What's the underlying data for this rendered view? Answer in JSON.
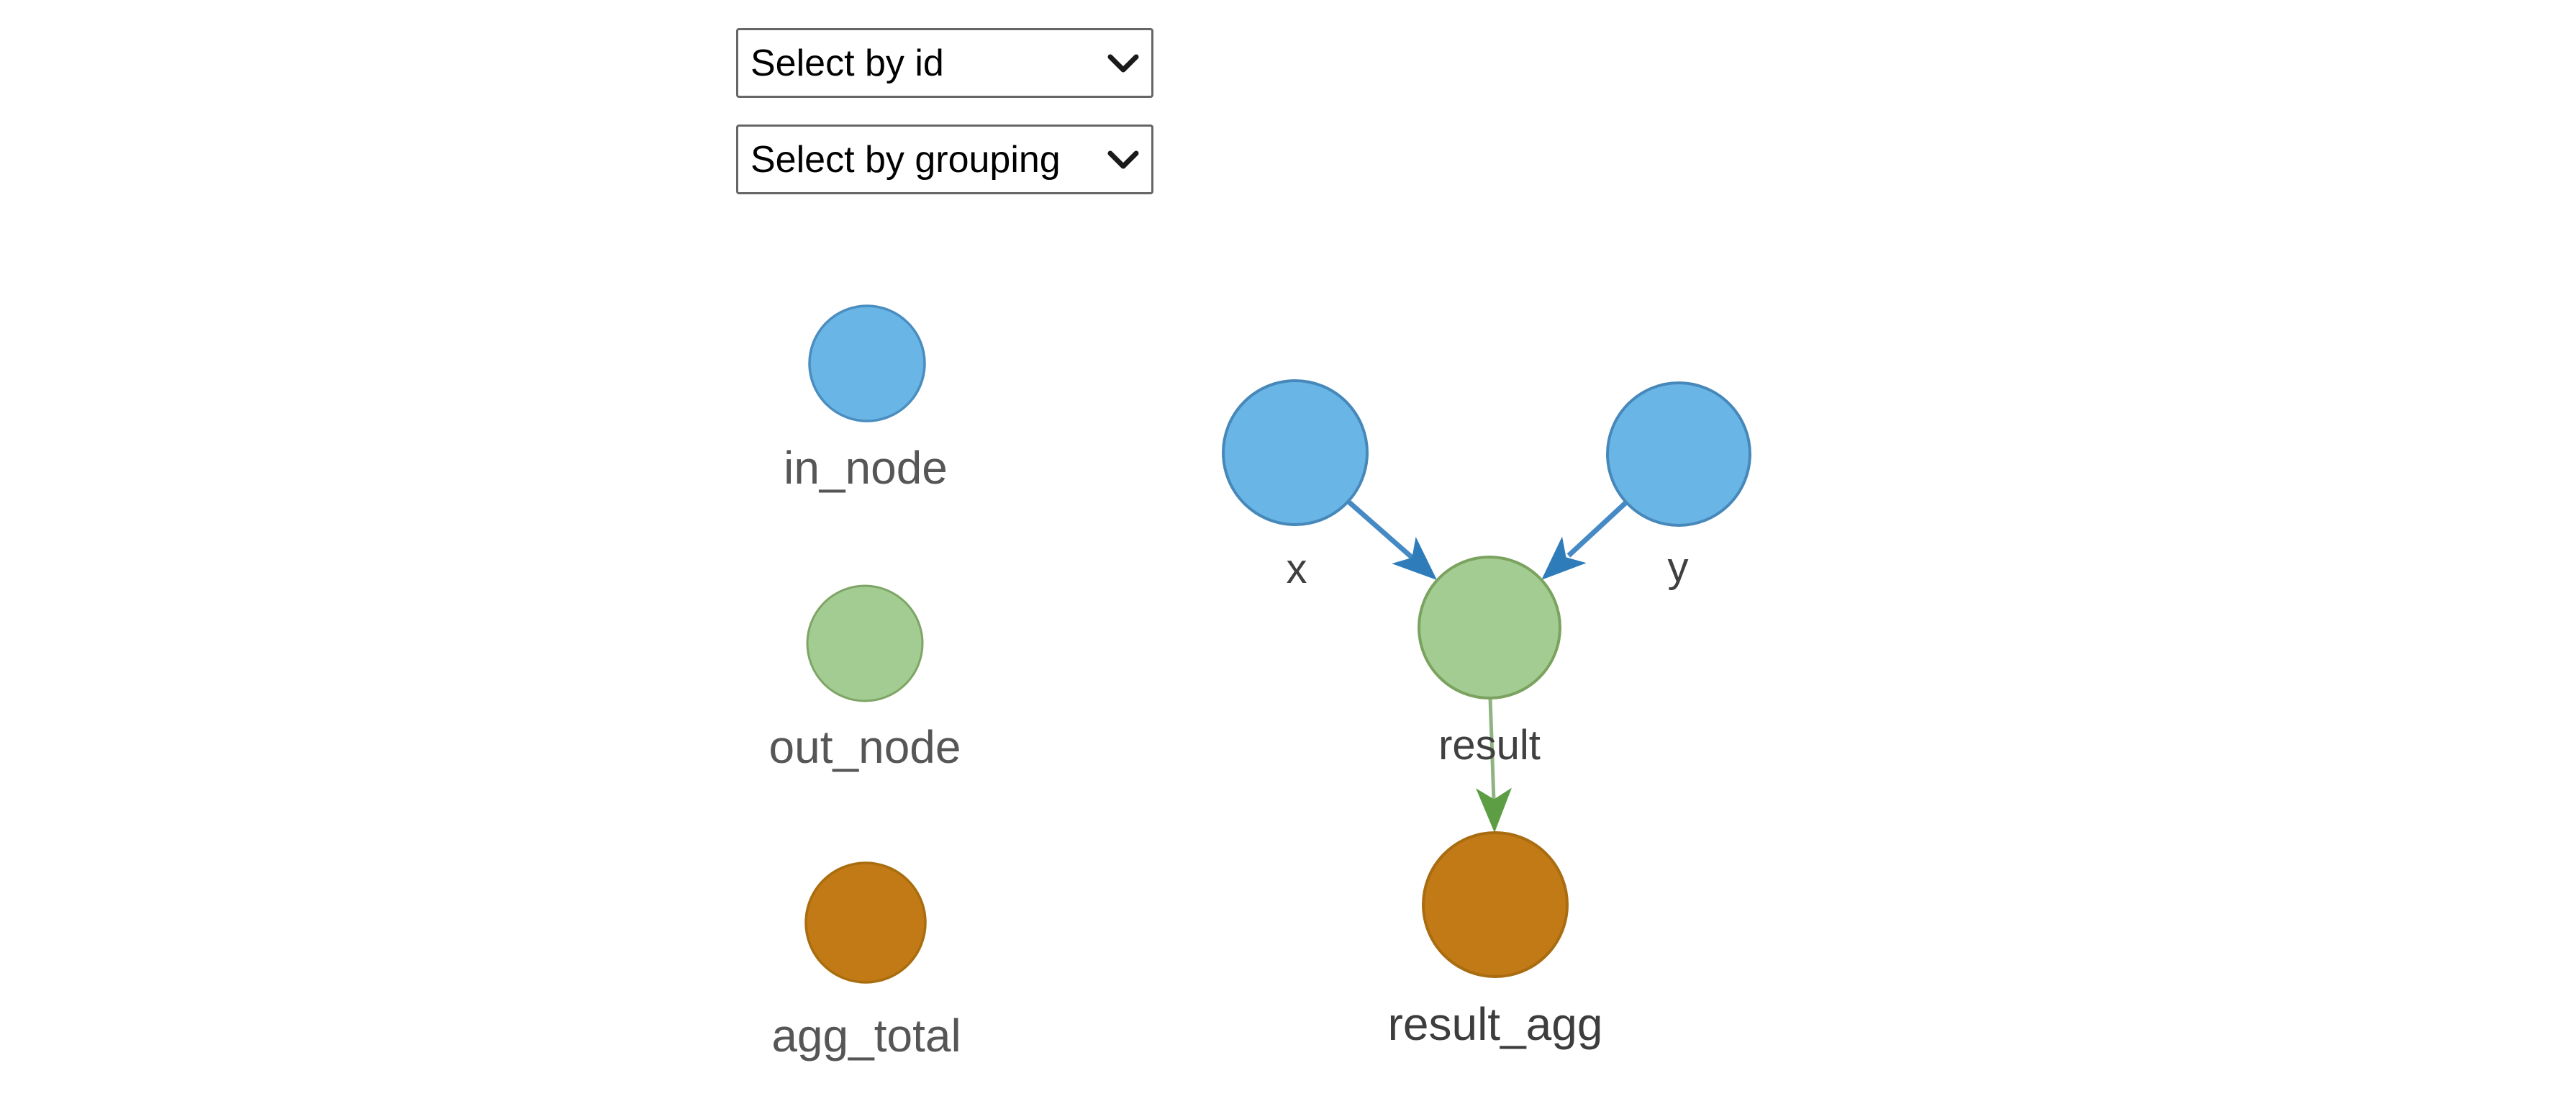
{
  "controls": {
    "select_by_id": {
      "value": "Select by id"
    },
    "select_by_grouping": {
      "value": "Select by grouping"
    }
  },
  "legend": {
    "items": [
      {
        "id": "in_node",
        "label": "in_node",
        "color": "#69b5e5"
      },
      {
        "id": "out_node",
        "label": "out_node",
        "color": "#a3cc93"
      },
      {
        "id": "agg_total",
        "label": "agg_total",
        "color": "#c17a16"
      }
    ]
  },
  "graph": {
    "nodes": [
      {
        "id": "x",
        "label": "x",
        "color": "#69b5e5"
      },
      {
        "id": "y",
        "label": "y",
        "color": "#69b5e5"
      },
      {
        "id": "result",
        "label": "result",
        "color": "#a3cc93"
      },
      {
        "id": "result_agg",
        "label": "result_agg",
        "color": "#c17a16"
      }
    ],
    "edges": [
      {
        "from": "x",
        "to": "result",
        "color": "#2e7cba"
      },
      {
        "from": "y",
        "to": "result",
        "color": "#2e7cba"
      },
      {
        "from": "result",
        "to": "result_agg",
        "color": "#5d9e45"
      }
    ]
  }
}
